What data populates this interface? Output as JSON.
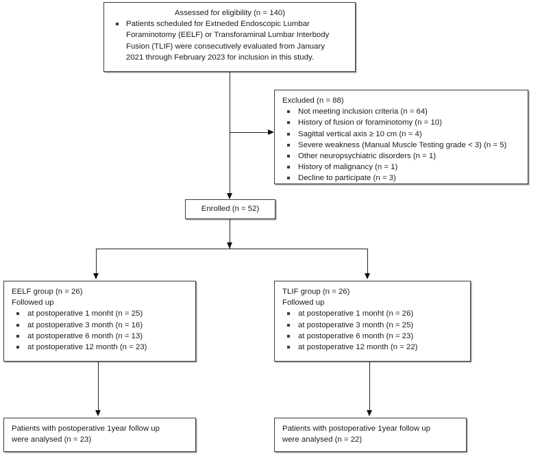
{
  "diagram": {
    "type": "study-flow-diagram",
    "nodes": {
      "assessed": {
        "title": "Assessed for eligibility (n = 140)",
        "bullets": [
          "Patients scheduled for Extneded Endoscopic Lumbar",
          "Foraminotomy (EELF) or Transforaminal Lumbar Interbody",
          "Fusion (TLIF) were consecutively evaluated from January",
          "2021 through February 2023 for inclusion in this study."
        ]
      },
      "excluded": {
        "title": "Excluded  (n = 88)",
        "bullets": [
          "Not meeting inclusion criteria (n = 64)",
          "History of fusion or foraminotomy (n = 10)",
          "Sagittal vertical axis ≥ 10 cm (n = 4)",
          "Severe weakness (Manual Muscle Testing grade < 3) (n = 5)",
          "Other neuropsychiatric disorders (n = 1)",
          "History of malignancy (n = 1)",
          "Decline to participate (n = 3)"
        ]
      },
      "enrolled": {
        "label": "Enrolled (n = 52)"
      },
      "eelf": {
        "title": "EELF group (n = 26)",
        "subtitle": "Followed up",
        "bullets": [
          "at postoperative 1 monht (n = 25)",
          "at postoperative 3 month (n = 16)",
          "at postoperative 6 month (n = 13)",
          "at postoperative 12 month (n = 23)"
        ]
      },
      "tlif": {
        "title": "TLIF group (n = 26)",
        "subtitle": "Followed up",
        "bullets": [
          "at postoperative 1 monht (n = 26)",
          "at postoperative 3 month (n = 25)",
          "at postoperative 6 month (n = 23)",
          "at postoperative 12 month (n = 22)"
        ]
      },
      "final_left": {
        "line1": "Patients with postoperative 1year follow up",
        "line2": "were analysed (n = 23)"
      },
      "final_right": {
        "line1": "Patients with postoperative 1year follow up",
        "line2": "were analysed (n = 22)"
      }
    },
    "colors": {
      "box_border": "#3a3a3a",
      "box_shadow": "#9a9a9a",
      "connector": "#222222",
      "background": "#ffffff",
      "text": "#1a1a1a"
    }
  }
}
